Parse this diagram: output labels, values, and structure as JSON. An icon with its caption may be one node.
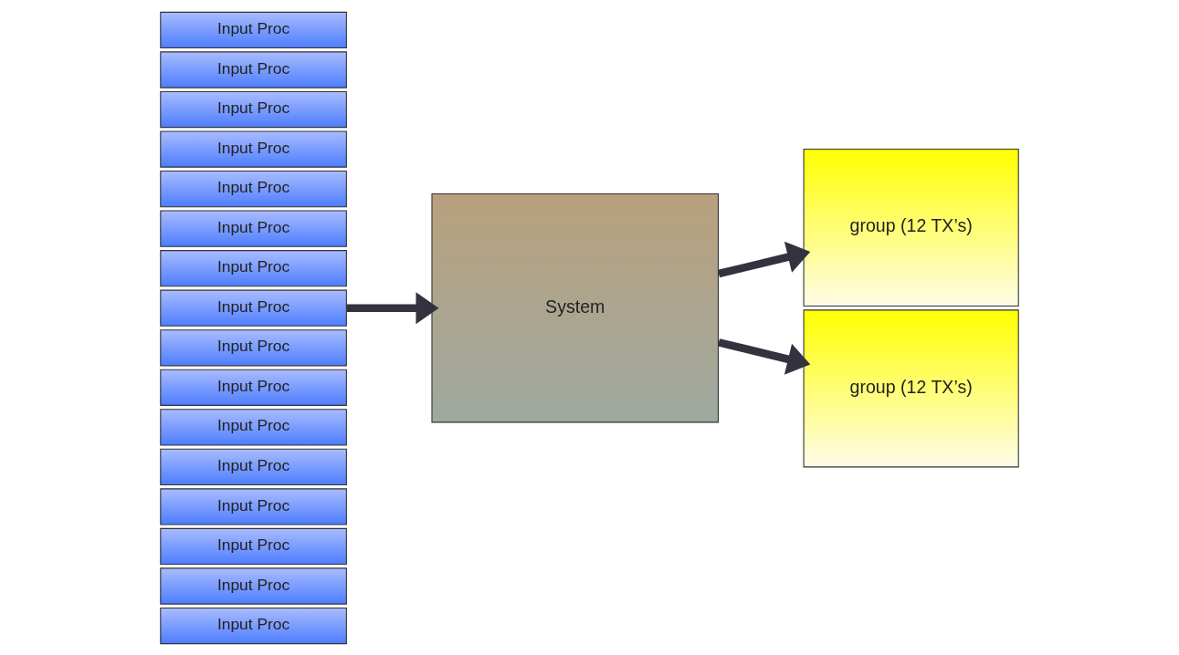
{
  "diagram": {
    "nodes": [
      {
        "text": [
          "Input Proc"
        ]
      },
      {
        "text": [
          "Input Proc"
        ]
      },
      {
        "text": [
          "Input Proc"
        ]
      },
      {
        "text": [
          "Input Proc"
        ]
      },
      {
        "text": [
          "Input Proc"
        ]
      },
      {
        "text": [
          "Input Proc"
        ]
      },
      {
        "text": [
          "Input Proc"
        ]
      },
      {
        "text": [
          "Input Proc"
        ]
      },
      {
        "text": [
          "Input Proc"
        ]
      },
      {
        "text": [
          "Input Proc"
        ]
      },
      {
        "text": [
          "Input Proc"
        ]
      },
      {
        "text": [
          "Input Proc"
        ]
      },
      {
        "text": [
          "Input Proc"
        ]
      },
      {
        "text": [
          "Input Proc"
        ]
      },
      {
        "text": [
          "Input Proc"
        ]
      },
      {
        "text": [
          "Input Proc"
        ]
      },
      {
        "text": [
          "System"
        ]
      },
      {
        "text": [
          "group (12 TX’s)"
        ]
      },
      {
        "text": [
          "group (12 TX’s)"
        ]
      }
    ],
    "edges": [
      {
        "from": 7,
        "to": 16,
        "arrow": "to"
      },
      {
        "from": 16,
        "to": 17,
        "arrow": "to"
      },
      {
        "from": 16,
        "to": 18,
        "arrow": "to"
      }
    ]
  }
}
